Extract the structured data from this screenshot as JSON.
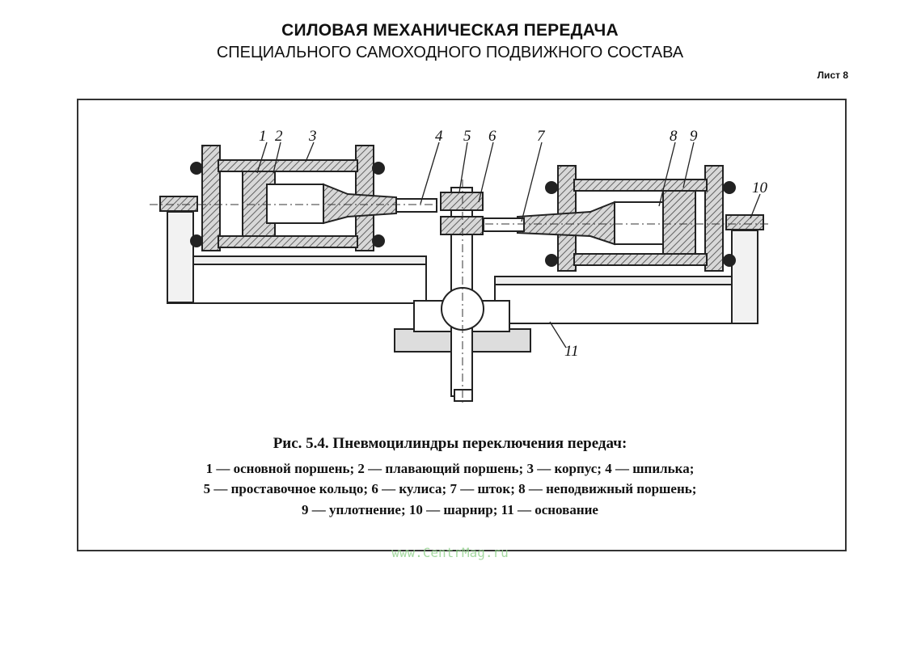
{
  "header": {
    "title_line1": "СИЛОВАЯ МЕХАНИЧЕСКАЯ ПЕРЕДАЧА",
    "title_line2": "СПЕЦИАЛЬНОГО САМОХОДНОГО ПОДВИЖНОГО СОСТАВА",
    "sheet_label": "Лист 8"
  },
  "figure": {
    "part_numbers": [
      "1",
      "2",
      "3",
      "4",
      "5",
      "6",
      "7",
      "8",
      "9",
      "10",
      "11"
    ],
    "caption_title": "Рис. 5.4. Пневмоцилиндры переключения передач:",
    "legend_lines": [
      "1 — основной поршень; 2 — плавающий поршень; 3 — корпус; 4 — шпилька;",
      "5 — проставочное кольцо; 6 — кулиса; 7 — шток; 8 — неподвижный поршень;",
      "9 — уплотнение; 10 — шарнир; 11 — основание"
    ]
  },
  "watermark": "www.CentrMag.ru"
}
